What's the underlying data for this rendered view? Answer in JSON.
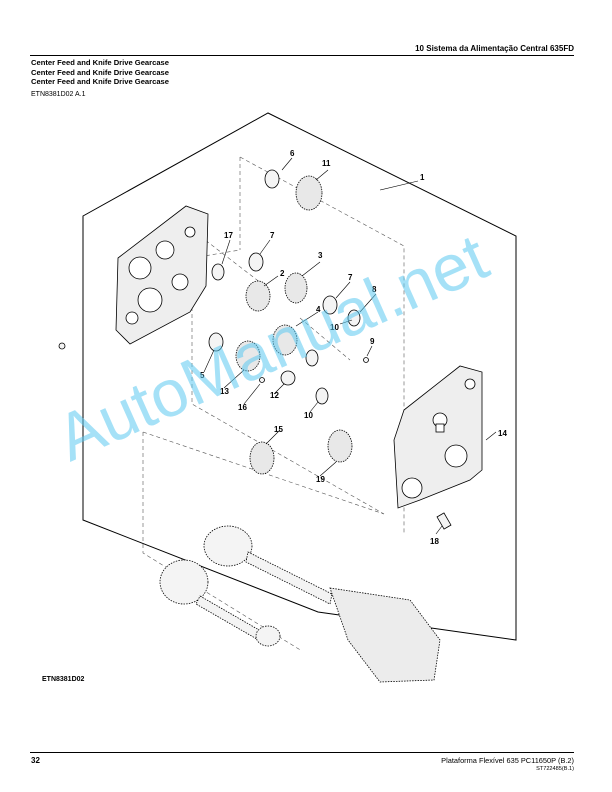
{
  "header": {
    "section_title": "10 Sistema da Alimentação Central 635FD"
  },
  "titles": [
    "Center Feed and Knife Drive Gearcase",
    "Center Feed and Knife Drive Gearcase",
    "Center Feed and Knife Drive Gearcase"
  ],
  "reference": "ETN8381D02 A.1",
  "figure": {
    "id_label": "ETN8381D02",
    "callouts": [
      "1",
      "2",
      "3",
      "4",
      "5",
      "6",
      "7",
      "7",
      "8",
      "9",
      "10",
      "10",
      "11",
      "12",
      "13",
      "14",
      "15",
      "16",
      "17",
      "18",
      "19"
    ]
  },
  "watermark": "AutoManual.net",
  "footer": {
    "page_number": "32",
    "doc_title": "Plataforma Flexível 635   PC11650P   (B.2)",
    "doc_code": "ST722485(B.1)"
  }
}
